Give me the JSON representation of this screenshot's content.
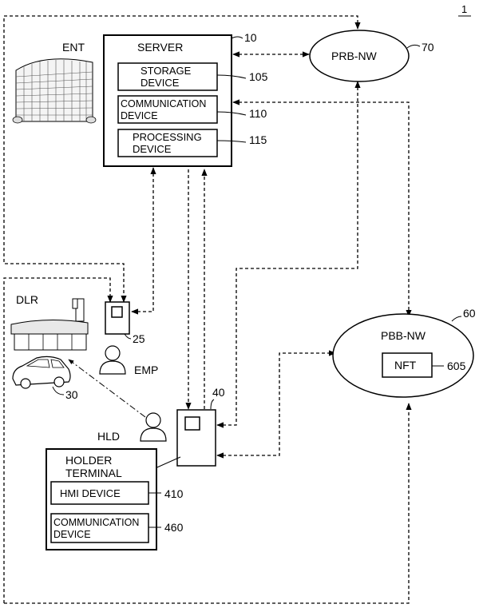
{
  "figure_ref": "1",
  "server": {
    "title": "SERVER",
    "ref": "10",
    "storage": [
      "STORAGE",
      "DEVICE"
    ],
    "storage_ref": "105",
    "comm": [
      "COMMUNICATION",
      "DEVICE"
    ],
    "comm_ref": "110",
    "proc": [
      "PROCESSING",
      "DEVICE"
    ],
    "proc_ref": "115"
  },
  "ent": {
    "label": "ENT"
  },
  "prb_nw": {
    "label": "PRB-NW",
    "ref": "70"
  },
  "pbb_nw": {
    "label": "PBB-NW",
    "ref": "60",
    "nft": "NFT",
    "nft_ref": "605"
  },
  "dlr": {
    "label": "DLR",
    "terminal_ref": "25",
    "emp": "EMP",
    "car_ref": "30"
  },
  "holder": {
    "hld": "HLD",
    "terminal_ref": "40",
    "title": [
      "HOLDER",
      "TERMINAL"
    ],
    "hmi": "HMI DEVICE",
    "hmi_ref": "410",
    "comm": [
      "COMMUNICATION",
      "DEVICE"
    ],
    "comm_ref": "460"
  }
}
